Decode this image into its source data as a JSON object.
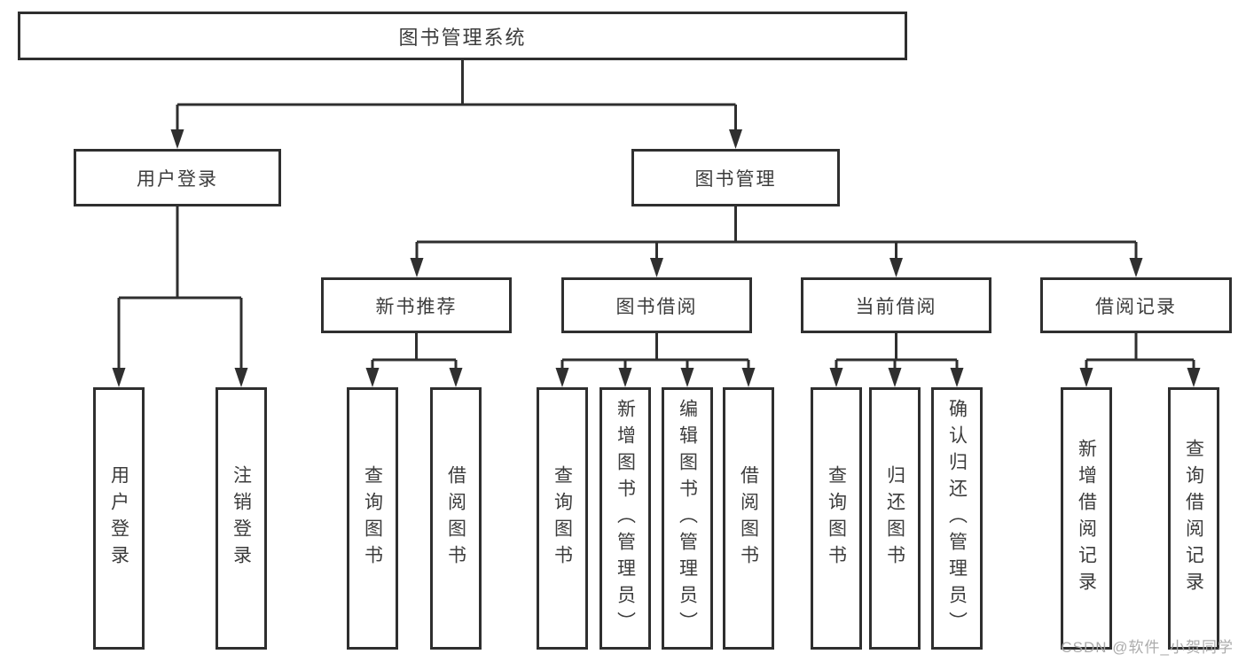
{
  "diagram": {
    "root": "图书管理系统",
    "level1": {
      "user_login": "用户登录",
      "book_mgmt": "图书管理"
    },
    "level2": {
      "new_book_rec": "新书推荐",
      "book_borrow": "图书借阅",
      "current_borrow": "当前借阅",
      "borrow_records": "借阅记录"
    },
    "leaves": {
      "user_login_group": [
        "用户登录",
        "注销登录"
      ],
      "new_book_group": [
        "查询图书",
        "借阅图书"
      ],
      "book_borrow_group": [
        "查询图书",
        "新增图书（管理员）",
        "编辑图书（管理员）",
        "借阅图书"
      ],
      "current_borrow_group": [
        "查询图书",
        "归还图书",
        "确认归还（管理员）"
      ],
      "borrow_records_group": [
        "新增借阅记录",
        "查询借阅记录"
      ]
    }
  },
  "watermark": "CSDN @软件_小贺同学",
  "colors": {
    "line": "#2f2f2f",
    "text": "#3c3c3c",
    "watermark": "#a8a8a8",
    "background": "#ffffff"
  }
}
